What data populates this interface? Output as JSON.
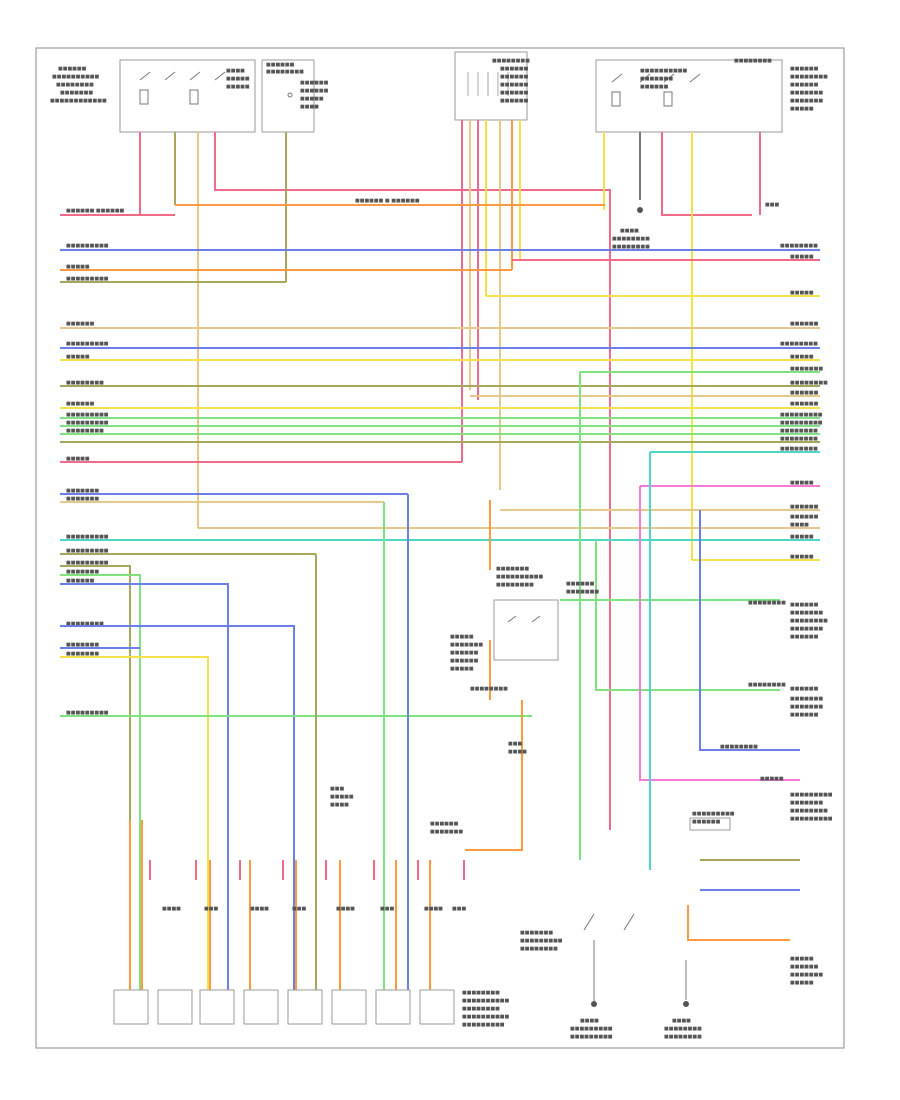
{
  "diagram": {
    "doc_id": "",
    "colors": {
      "red": "#f06a8a",
      "orange": "#ff9a40",
      "yellow": "#f3e04a",
      "tan": "#e6c98a",
      "blue": "#6b7fe8",
      "green": "#7ee27e",
      "pink": "#f47ad8",
      "cyan": "#4fd6c8",
      "olive": "#a8a65a"
    },
    "components": [
      {
        "id": "relay-top-left",
        "label": ""
      },
      {
        "id": "connector-top-left",
        "label": ""
      },
      {
        "id": "module-top-center",
        "label": ""
      },
      {
        "id": "relay-top-right",
        "label": ""
      },
      {
        "id": "relay-mid-center",
        "label": ""
      },
      {
        "id": "switch-bottom-center",
        "label": ""
      },
      {
        "id": "switch-bottom-right",
        "label": ""
      },
      {
        "id": "injector-row",
        "label": ""
      }
    ]
  }
}
